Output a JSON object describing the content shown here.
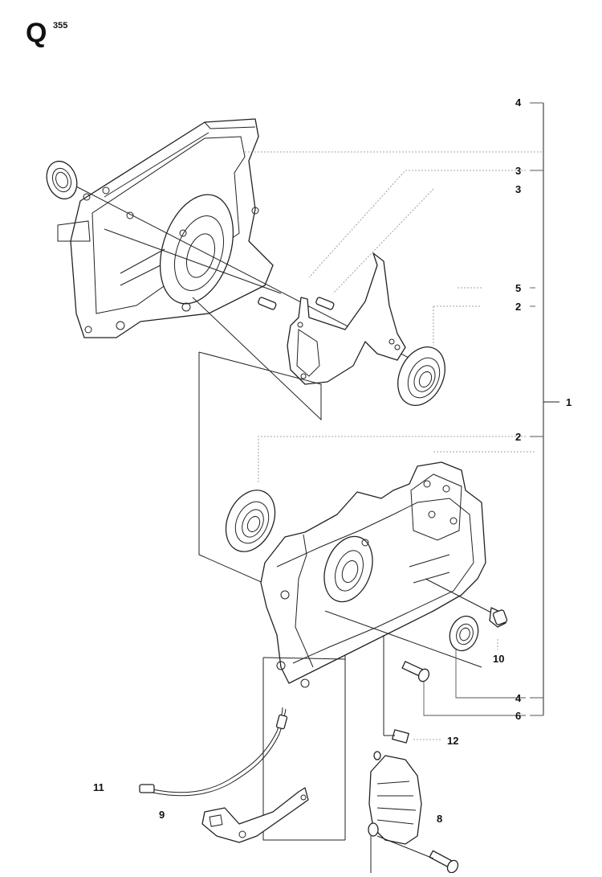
{
  "header": {
    "section_letter": "Q",
    "model_number": "355"
  },
  "callouts": {
    "c4_top": "4",
    "c3_a": "3",
    "c3_b": "3",
    "c5": "5",
    "c2_top": "2",
    "c1": "1",
    "c2_mid": "2",
    "c10": "10",
    "c4_bottom": "4",
    "c6": "6",
    "c12": "12",
    "c11": "11",
    "c9": "9",
    "c8": "8"
  },
  "colors": {
    "line": "#222222",
    "leader": "#555555",
    "background": "#ffffff"
  }
}
